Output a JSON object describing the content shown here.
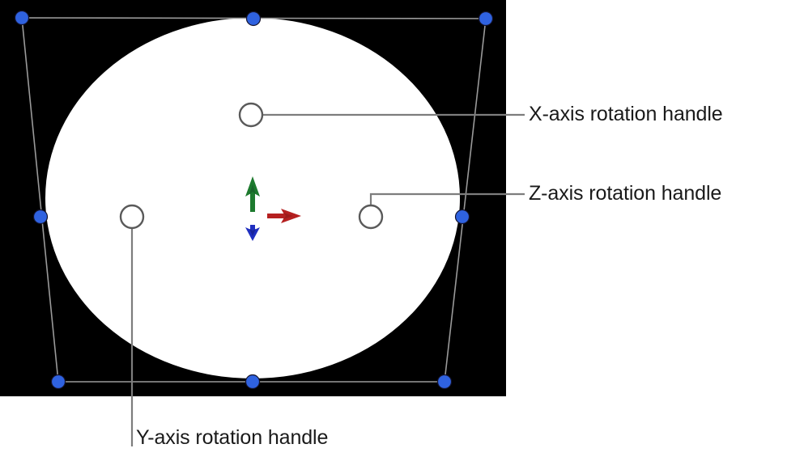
{
  "canvas": {
    "background_color": "#000000",
    "object_color": "#ffffff",
    "object_shape": "ellipse"
  },
  "selection": {
    "outline_color": "#9a9a9a",
    "handle_color": "#2a5bd7",
    "handle_fill": "#2f62e0",
    "rotation_handle_stroke": "#5a5a5a"
  },
  "gizmo": {
    "x_arrow_color": "#b52020",
    "y_arrow_color": "#1d7a2e",
    "z_arrow_color": "#1f2fc0"
  },
  "callouts": [
    {
      "id": "x-axis",
      "label": "X-axis rotation handle",
      "leader_color": "#7d7d7d"
    },
    {
      "id": "z-axis",
      "label": "Z-axis rotation handle",
      "leader_color": "#7d7d7d"
    },
    {
      "id": "y-axis",
      "label": "Y-axis rotation handle",
      "leader_color": "#7d7d7d"
    }
  ]
}
